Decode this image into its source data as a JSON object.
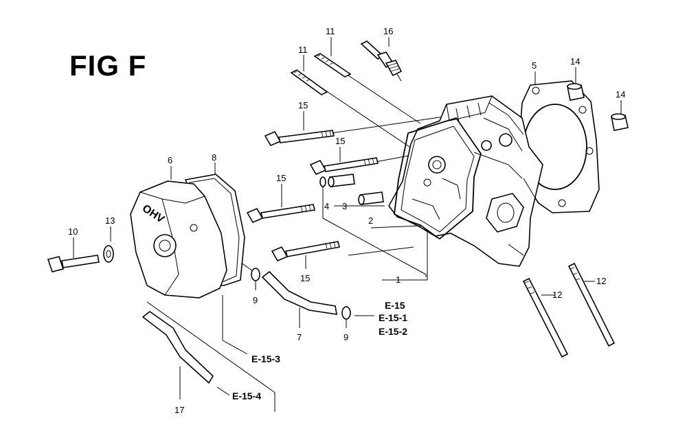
{
  "title": "FIG F",
  "callouts": [
    {
      "id": "c11a",
      "label": "11"
    },
    {
      "id": "c11b",
      "label": "11"
    },
    {
      "id": "c16",
      "label": "16"
    },
    {
      "id": "c5",
      "label": "5"
    },
    {
      "id": "c14a",
      "label": "14"
    },
    {
      "id": "c14b",
      "label": "14"
    },
    {
      "id": "c15a",
      "label": "15"
    },
    {
      "id": "c15b",
      "label": "15"
    },
    {
      "id": "c15c",
      "label": "15"
    },
    {
      "id": "c15d",
      "label": "15"
    },
    {
      "id": "c6",
      "label": "6"
    },
    {
      "id": "c8",
      "label": "8"
    },
    {
      "id": "c4",
      "label": "4"
    },
    {
      "id": "c3",
      "label": "3"
    },
    {
      "id": "c2",
      "label": "2"
    },
    {
      "id": "c1",
      "label": "1"
    },
    {
      "id": "c10",
      "label": "10"
    },
    {
      "id": "c13",
      "label": "13"
    },
    {
      "id": "c9a",
      "label": "9"
    },
    {
      "id": "c9b",
      "label": "9"
    },
    {
      "id": "c7",
      "label": "7"
    },
    {
      "id": "c12a",
      "label": "12"
    },
    {
      "id": "c12b",
      "label": "12"
    },
    {
      "id": "c17",
      "label": "17"
    }
  ],
  "references": [
    {
      "id": "e15",
      "label": "E-15"
    },
    {
      "id": "e151",
      "label": "E-15-1"
    },
    {
      "id": "e152",
      "label": "E-15-2"
    },
    {
      "id": "e153",
      "label": "E-15-3"
    },
    {
      "id": "e154",
      "label": "E-15-4"
    }
  ],
  "cover_marking": "OHV"
}
